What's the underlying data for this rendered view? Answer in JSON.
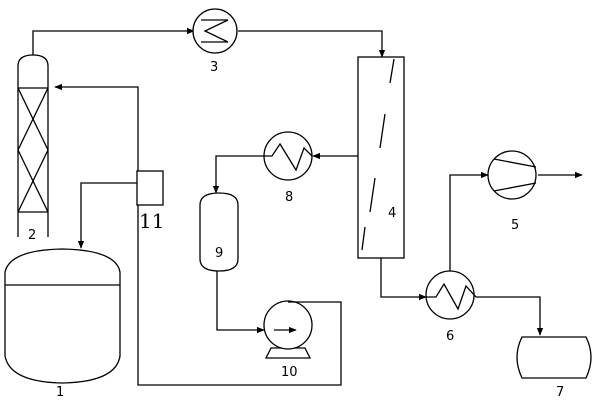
{
  "diagram": {
    "type": "process flow diagram",
    "equipment": [
      {
        "id": "1",
        "label": "1",
        "shape": "reactor vessel"
      },
      {
        "id": "2",
        "label": "2",
        "shape": "packed column"
      },
      {
        "id": "3",
        "label": "3",
        "shape": "heat exchanger"
      },
      {
        "id": "4",
        "label": "4",
        "shape": "tall column"
      },
      {
        "id": "5",
        "label": "5",
        "shape": "compressor"
      },
      {
        "id": "6",
        "label": "6",
        "shape": "heat exchanger"
      },
      {
        "id": "7",
        "label": "7",
        "shape": "storage tank"
      },
      {
        "id": "8",
        "label": "8",
        "shape": "heat exchanger"
      },
      {
        "id": "9",
        "label": "9",
        "shape": "vertical drum"
      },
      {
        "id": "10",
        "label": "10",
        "shape": "pump"
      },
      {
        "id": "11",
        "label": "11",
        "shape": "box unit"
      }
    ],
    "flows": [
      {
        "from": "2",
        "to": "3"
      },
      {
        "from": "3",
        "to": "4"
      },
      {
        "from": "4",
        "to": "8"
      },
      {
        "from": "8",
        "to": "9"
      },
      {
        "from": "9",
        "to": "10"
      },
      {
        "from": "10",
        "to": "2"
      },
      {
        "from": "4",
        "to": "6"
      },
      {
        "from": "6",
        "to": "5"
      },
      {
        "from": "5",
        "to": "outlet"
      },
      {
        "from": "6",
        "to": "7"
      },
      {
        "from": "11",
        "to": "1"
      }
    ]
  }
}
